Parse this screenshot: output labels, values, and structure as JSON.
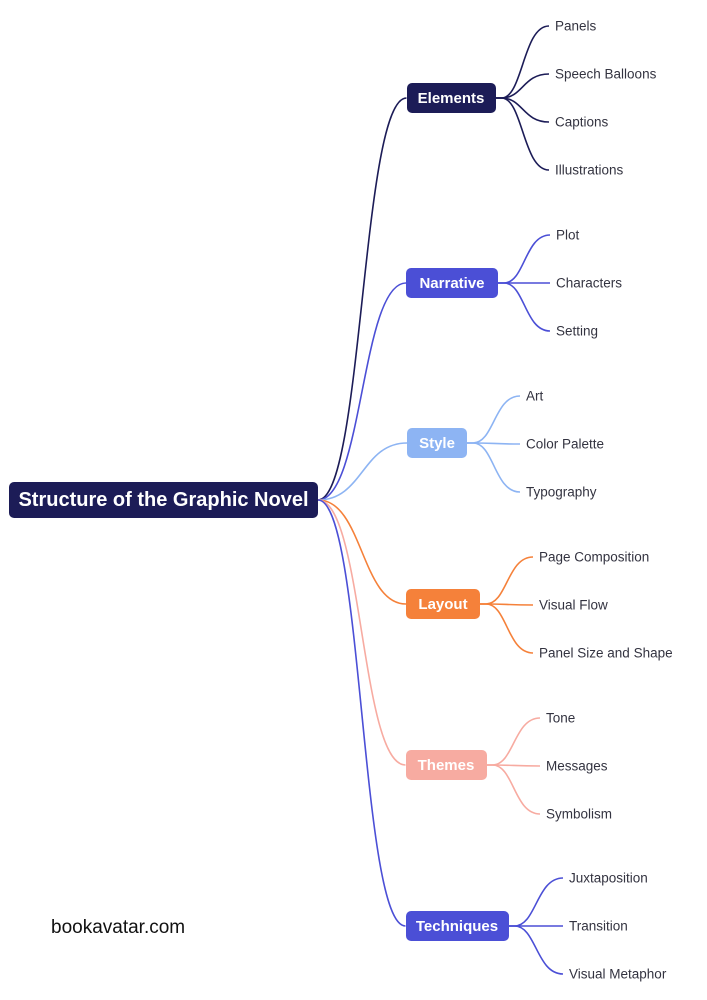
{
  "root": {
    "label": "Structure of the Graphic Novel",
    "color": "#1c1c57"
  },
  "branches": [
    {
      "label": "Elements",
      "color": "#1c1c57",
      "children": [
        "Panels",
        "Speech Balloons",
        "Captions",
        "Illustrations"
      ]
    },
    {
      "label": "Narrative",
      "color": "#4b4fd6",
      "children": [
        "Plot",
        "Characters",
        "Setting"
      ]
    },
    {
      "label": "Style",
      "color": "#8db4f3",
      "children": [
        "Art",
        "Color Palette",
        "Typography"
      ]
    },
    {
      "label": "Layout",
      "color": "#f5813a",
      "children": [
        "Page Composition",
        "Visual Flow",
        "Panel Size and Shape"
      ]
    },
    {
      "label": "Themes",
      "color": "#f7aba1",
      "children": [
        "Tone",
        "Messages",
        "Symbolism"
      ]
    },
    {
      "label": "Techniques",
      "color": "#4b4fd6",
      "children": [
        "Juxtaposition",
        "Transition",
        "Visual Metaphor"
      ]
    }
  ],
  "footer": {
    "site": "bookavatar.com"
  }
}
